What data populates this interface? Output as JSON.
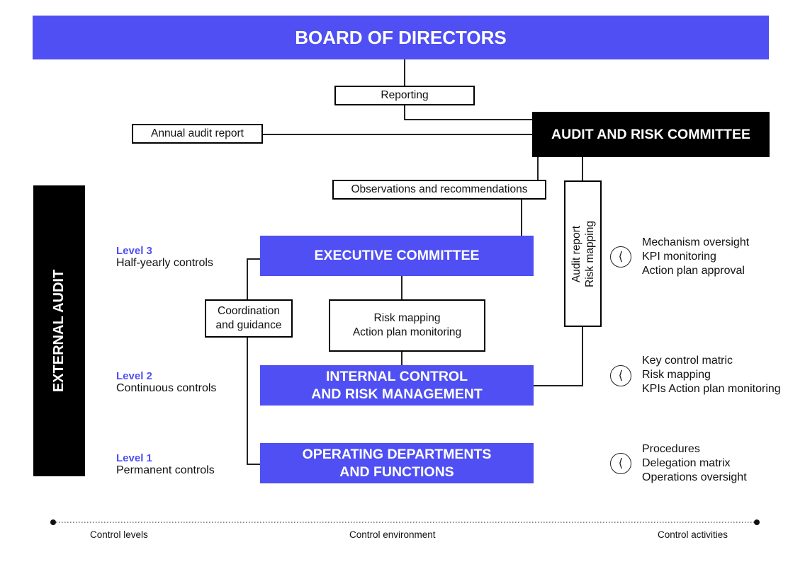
{
  "board": {
    "title": "BOARD OF DIRECTORS"
  },
  "reporting": "Reporting",
  "annual_audit_report": "Annual audit report",
  "audit_committee": "AUDIT AND RISK COMMITTEE",
  "observations": "Observations and recommendations",
  "vertical_box": {
    "line1": "Audit report",
    "line2": "Risk mapping"
  },
  "external_audit": "EXTERNAL AUDIT",
  "executive_committee": "EXECUTIVE COMMITTEE",
  "coordination": {
    "line1": "Coordination",
    "line2": "and guidance"
  },
  "risk_box": {
    "line1": "Risk mapping",
    "line2": "Action plan monitoring"
  },
  "internal_control": {
    "line1": "INTERNAL CONTROL",
    "line2": "AND RISK MANAGEMENT"
  },
  "operating": {
    "line1": "OPERATING DEPARTMENTS",
    "line2": "AND FUNCTIONS"
  },
  "levels": [
    {
      "title": "Level 3",
      "subtitle": "Half-yearly controls"
    },
    {
      "title": "Level 2",
      "subtitle": "Continuous controls"
    },
    {
      "title": "Level 1",
      "subtitle": "Permanent controls"
    }
  ],
  "activities": [
    {
      "icon": "chevron-left-icon",
      "items": [
        "Mechanism oversight",
        "KPI monitoring",
        "Action plan approval"
      ]
    },
    {
      "icon": "chevron-left-icon",
      "items": [
        "Key control matric",
        "Risk mapping",
        "KPIs Action plan monitoring"
      ]
    },
    {
      "icon": "chevron-left-icon",
      "items": [
        "Procedures",
        "Delegation matrix",
        "Operations oversight"
      ]
    }
  ],
  "footer": {
    "left": "Control levels",
    "center": "Control environment",
    "right": "Control activities"
  },
  "colors": {
    "accent": "#4f4ff4",
    "dark": "#000000"
  }
}
